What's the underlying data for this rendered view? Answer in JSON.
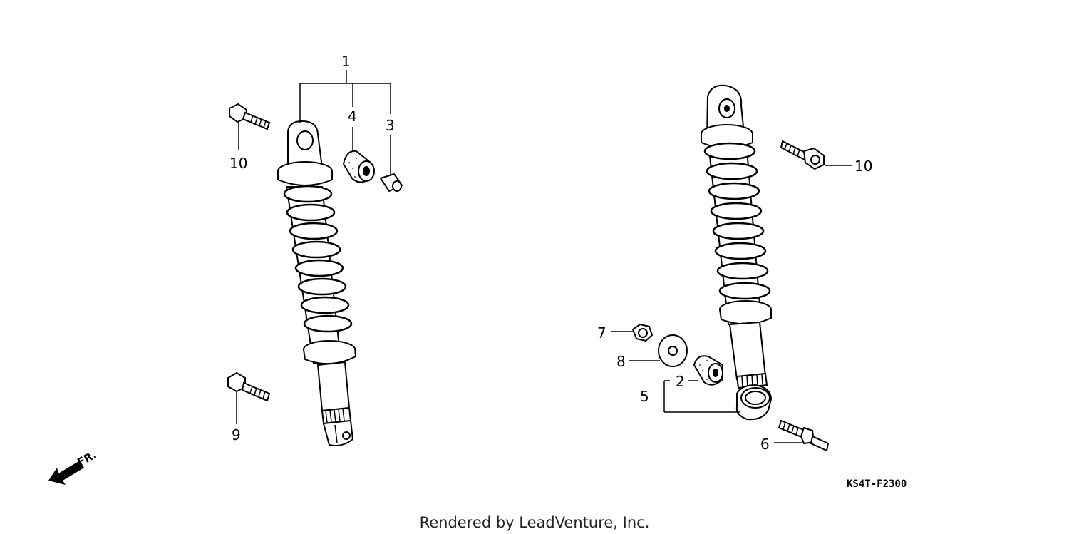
{
  "diagram": {
    "code": "KS4T-F2300",
    "footer": "Rendered by LeadVenture, Inc.",
    "direction_label": "FR.",
    "callouts": {
      "c1": "1",
      "c2": "2",
      "c3": "3",
      "c4": "4",
      "c5": "5",
      "c6": "6",
      "c7": "7",
      "c8": "8",
      "c9": "9",
      "c10_left": "10",
      "c10_right": "10"
    }
  }
}
